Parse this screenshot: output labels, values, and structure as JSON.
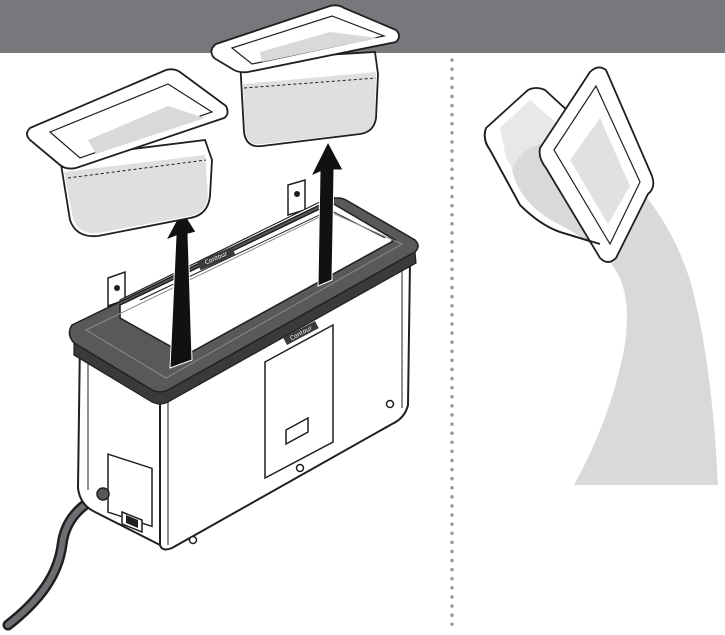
{
  "header": {
    "color": "#77787b"
  },
  "colors": {
    "outline": "#1f1f1f",
    "water": "#d9d9d9",
    "gasket": "#58595b",
    "arrow": "#111111",
    "divider": "#9a9a9a"
  },
  "left_panel": {
    "lid_brand_label": "Contour",
    "front_brand_label": "Contour",
    "lift_arrows": 2,
    "trays_lifted": 2,
    "icons": [
      "tray-icon",
      "water-bath-icon",
      "up-arrow-icon",
      "power-cord-icon",
      "power-switch-icon",
      "display-icon"
    ]
  },
  "right_panel": {
    "action": "pour-out",
    "icons": [
      "tray-icon",
      "water-pour-icon"
    ]
  }
}
